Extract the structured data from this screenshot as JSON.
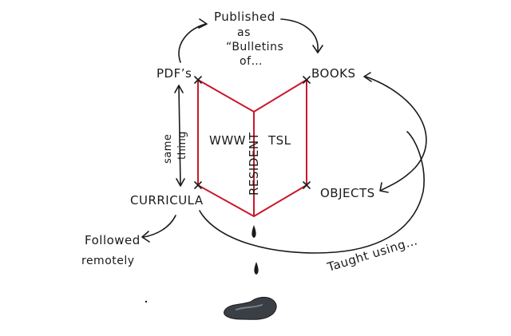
{
  "diagram": {
    "top_note": [
      "Published",
      "as",
      "“Bulletins",
      "of…"
    ],
    "nodes": {
      "pdfs": "PDF’s",
      "books": "BOOKS",
      "curricula": "CURRICULA",
      "objects": "OBJECTS"
    },
    "book_left": "WWW",
    "book_right": "TSL",
    "spine": "RESIDENT",
    "side_note": [
      "same",
      "thing"
    ],
    "bottom_left_note": [
      "Followed",
      "remotely"
    ],
    "bottom_right_note": "Taught using…",
    "colors": {
      "ink": "#1a1a1a",
      "book_outline": "#c8192a",
      "ink_blot": "#3a3f45"
    }
  }
}
